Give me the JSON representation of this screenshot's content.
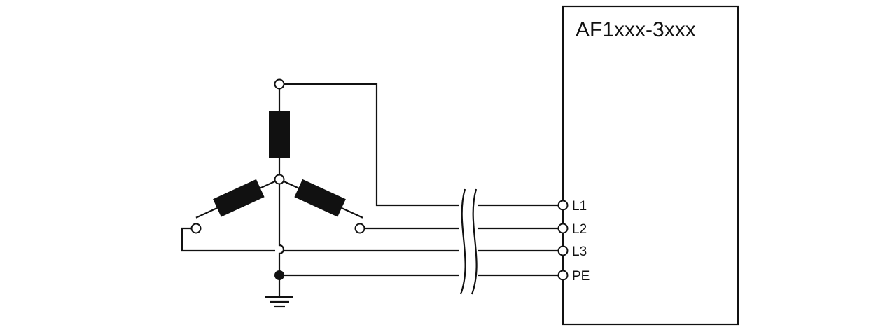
{
  "device": {
    "model_label": "AF1xxx-3xxx",
    "terminals": [
      "L1",
      "L2",
      "L3",
      "PE"
    ]
  },
  "colors": {
    "line": "#111111",
    "background": "#ffffff"
  }
}
